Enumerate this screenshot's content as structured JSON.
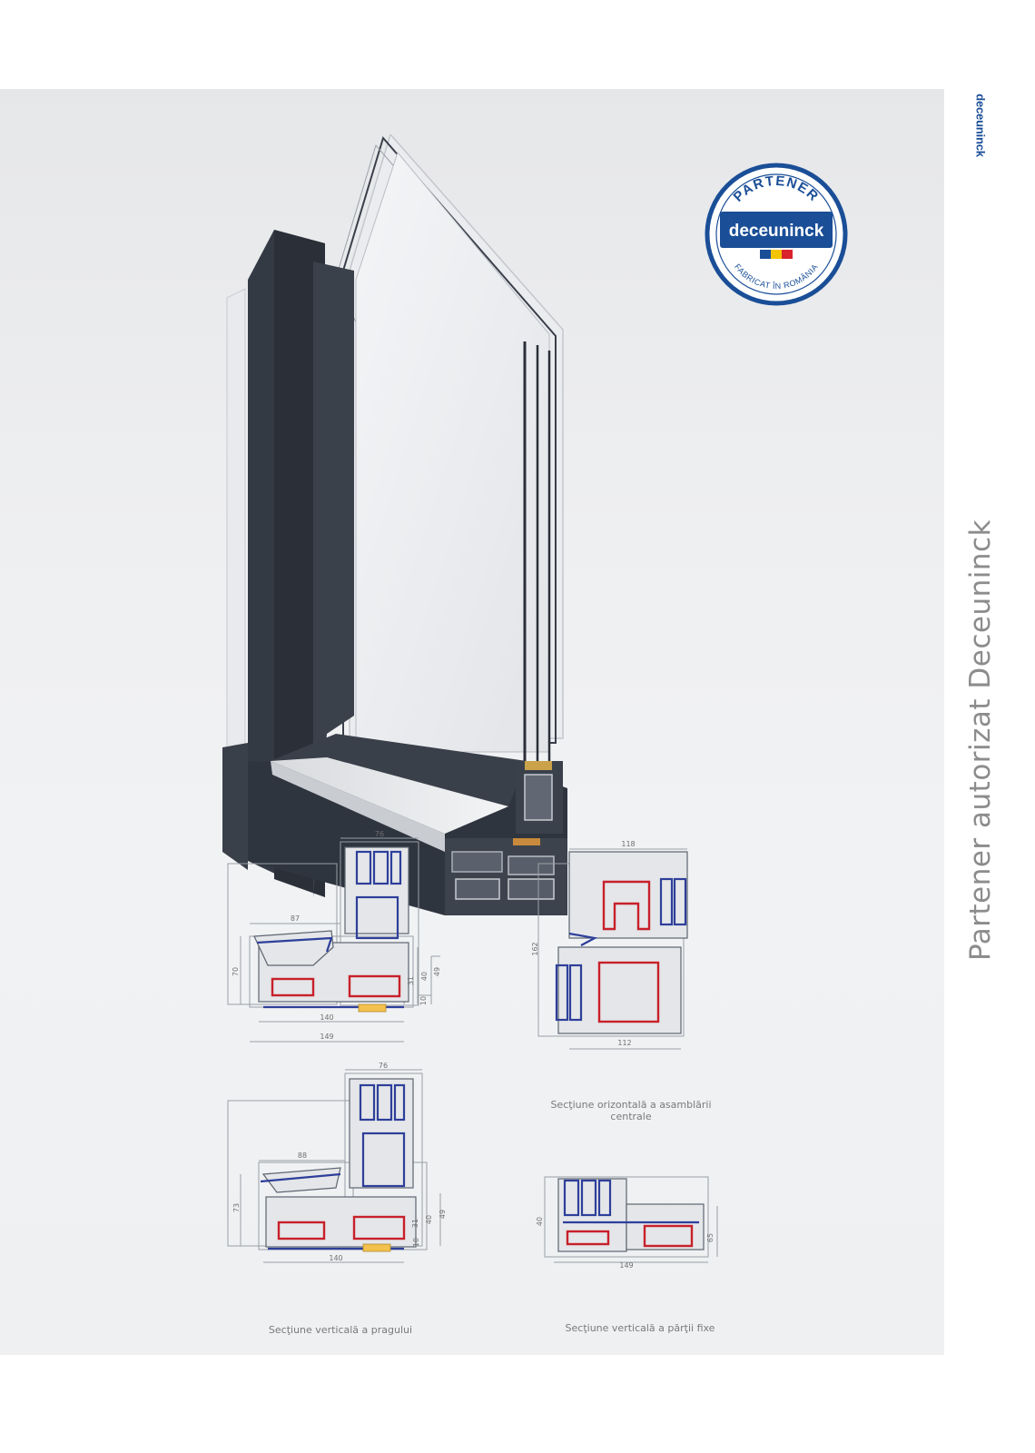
{
  "brand": {
    "side_logo": "deceuninck",
    "side_title": "Partener autorizat Deceuninck"
  },
  "badge": {
    "top_text": "PARTENER",
    "name": "deceuninck",
    "bottom_text": "FABRICAT ÎN ROMÂNIA",
    "colors": {
      "blue": "#1a4e97",
      "yellow": "#f5c400",
      "red": "#d9232d"
    }
  },
  "drawings": {
    "threshold_a": {
      "d1": "76",
      "d2": "87",
      "d3": "70",
      "d4": "31",
      "d5": "40",
      "d6": "49",
      "d7": "10",
      "d8": "140",
      "d9": "149"
    },
    "threshold_b": {
      "d1": "76",
      "d2": "88",
      "d3": "73",
      "d4": "31",
      "d5": "40",
      "d6": "49",
      "d7": "10",
      "d8": "140"
    },
    "central": {
      "d1": "118",
      "d2": "162",
      "d3": "112"
    },
    "fixed": {
      "d1": "65",
      "d2": "40",
      "d3": "149"
    }
  },
  "captions": {
    "central": "Secţiune orizontală a asamblării centrale",
    "threshold": "Secţiune verticală a pragului",
    "fixed": "Secţiune verticală a părţii fixe"
  }
}
